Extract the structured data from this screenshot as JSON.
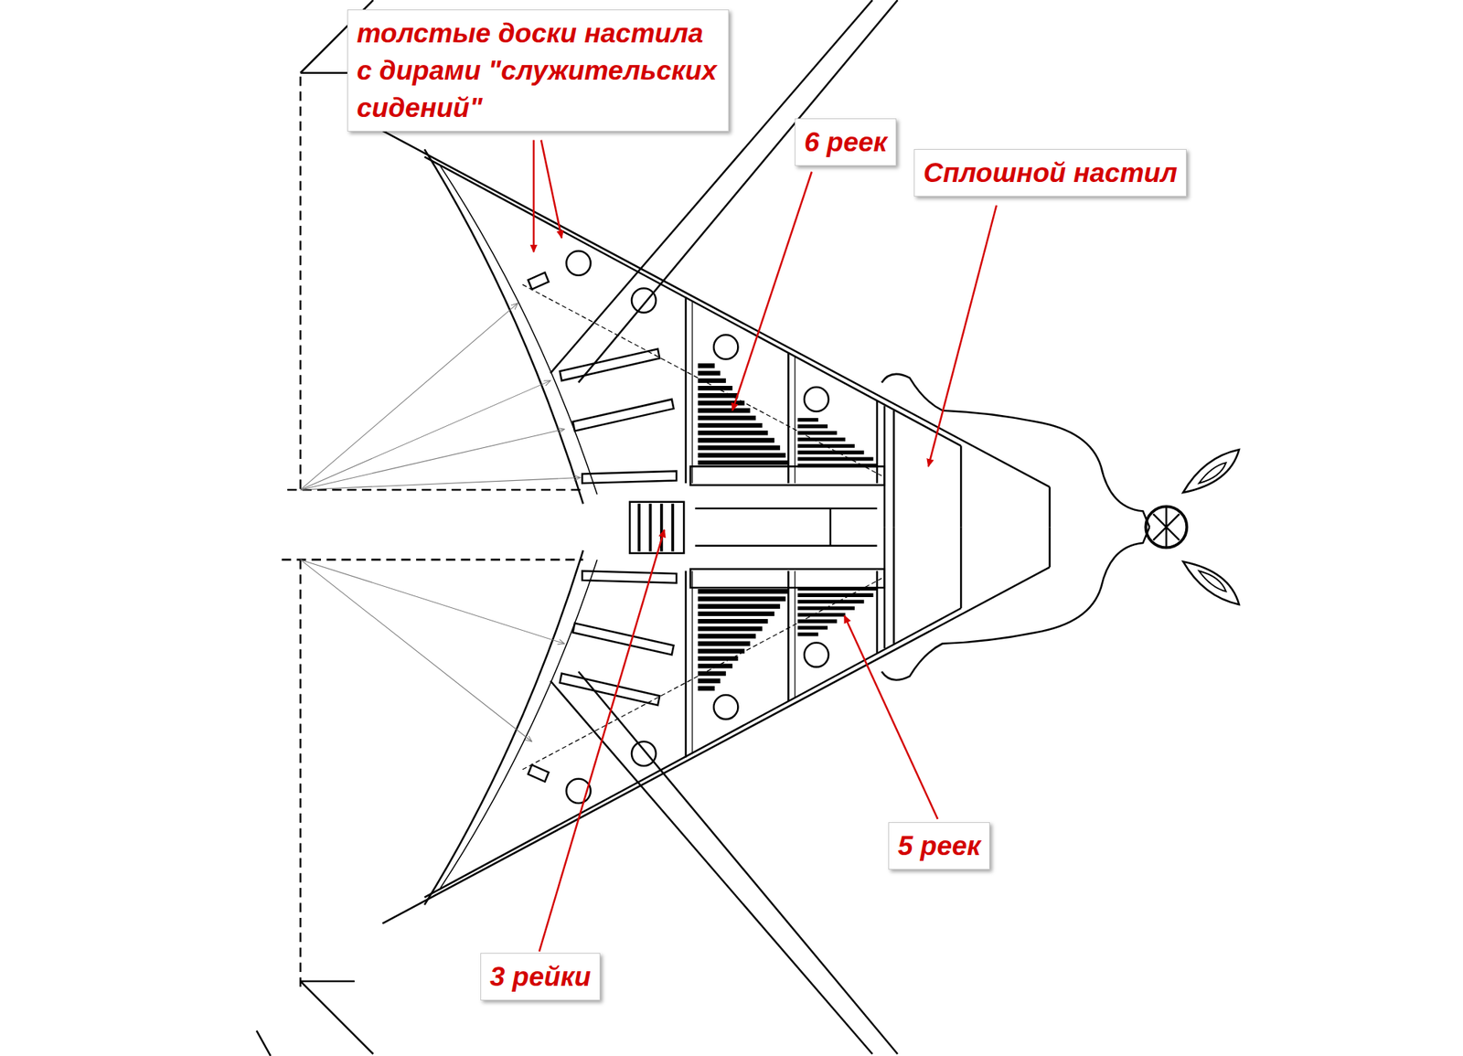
{
  "diagram": {
    "nodes": [
      {
        "text": [
          "толстые доски настила с дирами \"служительских сидений\""
        ]
      },
      {
        "text": [
          "6 реек"
        ]
      },
      {
        "text": [
          "Сплошной настил"
        ]
      },
      {
        "text": [
          "5 реек"
        ]
      },
      {
        "text": [
          "3 рейки"
        ]
      }
    ]
  }
}
